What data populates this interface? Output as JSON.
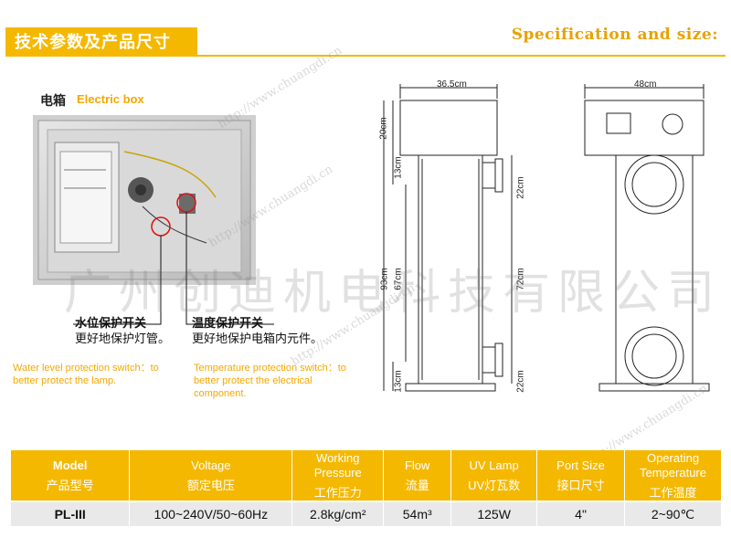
{
  "header": {
    "title_zh": "技术参数及产品尺寸",
    "title_en": "Specification and size:"
  },
  "electric_box": {
    "title_zh": "电箱",
    "title_en": "Electric box",
    "water_switch": {
      "title": "水位保护开关",
      "desc": "更好地保护灯管。",
      "en": "Water level protection switch：to better protect the lamp."
    },
    "temp_switch": {
      "title": "温度保护开关",
      "desc": "更好地保护电箱内元件。",
      "en": "Temperature protection switch：to better protect the electrical component."
    }
  },
  "dimensions": {
    "top_width_front": "36.5cm",
    "top_width_side": "48cm",
    "box_height": "20cm",
    "upper_gap": "13cm",
    "total_body": "93cm",
    "mid_section": "67cm",
    "lower_gap": "13cm",
    "port_top": "22cm",
    "port_span": "72cm",
    "port_bottom": "22cm"
  },
  "watermark": {
    "company": "广州创迪机电科技有限公司",
    "url": "http://www.chuangdi.cn"
  },
  "table": {
    "headers": [
      {
        "en": "Model",
        "zh": "产品型号"
      },
      {
        "en": "Voltage",
        "zh": "额定电压"
      },
      {
        "en": "Working Pressure",
        "zh": "工作压力"
      },
      {
        "en": "Flow",
        "zh": "流量"
      },
      {
        "en": "UV Lamp",
        "zh": "UV灯瓦数"
      },
      {
        "en": "Port Size",
        "zh": "接口尺寸"
      },
      {
        "en": "Operating Temperature",
        "zh": "工作温度"
      }
    ],
    "rows": [
      [
        "PL-III",
        "100~240V/50~60Hz",
        "2.8kg/cm²",
        "54m³",
        "125W",
        "4\"",
        "2~90℃"
      ]
    ]
  }
}
